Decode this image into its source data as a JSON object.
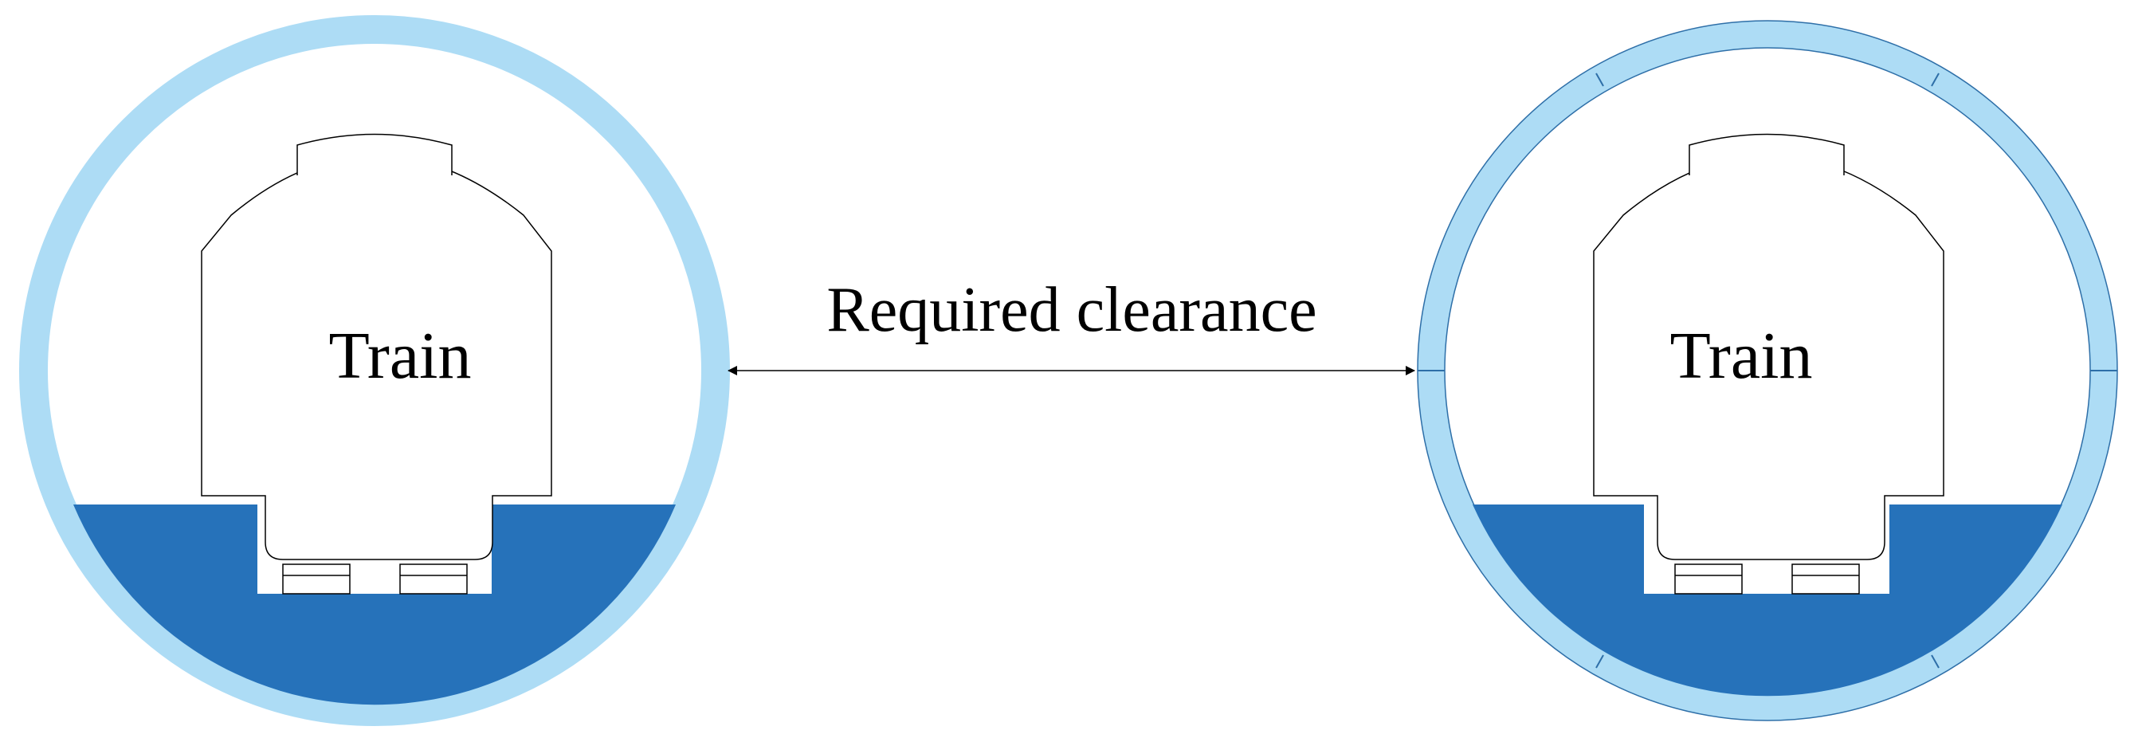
{
  "diagram": {
    "left_tunnel": {
      "train_label": "Train"
    },
    "right_tunnel": {
      "train_label": "Train"
    },
    "clearance_label": "Required clearance"
  },
  "colors": {
    "lining": "#ADDCF5",
    "invert_fill": "#2672BA",
    "outline": "#000000",
    "background": "#FFFFFF"
  }
}
